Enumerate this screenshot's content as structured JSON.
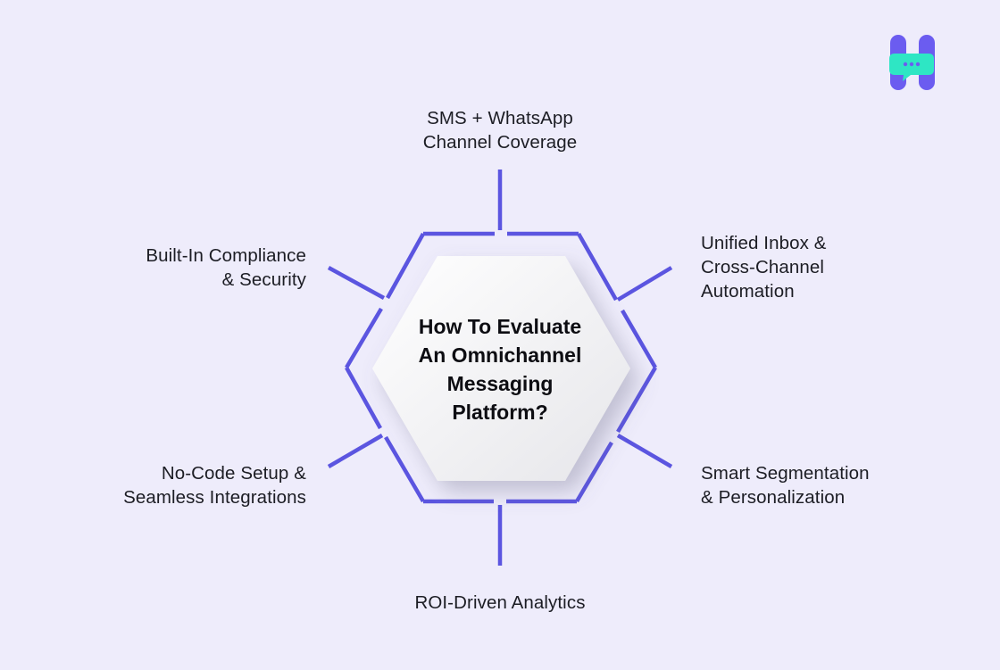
{
  "center": {
    "title_lines": [
      "How To Evaluate",
      "An Omnichannel",
      "Messaging",
      "Platform?"
    ]
  },
  "nodes": {
    "top": {
      "lines": [
        "SMS + WhatsApp",
        "Channel Coverage"
      ]
    },
    "top_right": {
      "lines": [
        "Unified Inbox &",
        "Cross-Channel",
        "Automation"
      ]
    },
    "bottom_right": {
      "lines": [
        "Smart Segmentation",
        "& Personalization"
      ]
    },
    "bottom": {
      "lines": [
        "ROI-Driven Analytics"
      ]
    },
    "bottom_left": {
      "lines": [
        "No-Code Setup &",
        "Seamless Integrations"
      ]
    },
    "top_left": {
      "lines": [
        "Built-In Compliance",
        "& Security"
      ]
    }
  },
  "colors": {
    "background": "#eeecfb",
    "outline": "#5b55e0",
    "logo_primary": "#6b5cf0",
    "logo_accent": "#2ee6c4",
    "hexagon_fill": "#f3f3f6"
  },
  "logo": {
    "icon": "chat-bubble-h-logo-icon"
  }
}
